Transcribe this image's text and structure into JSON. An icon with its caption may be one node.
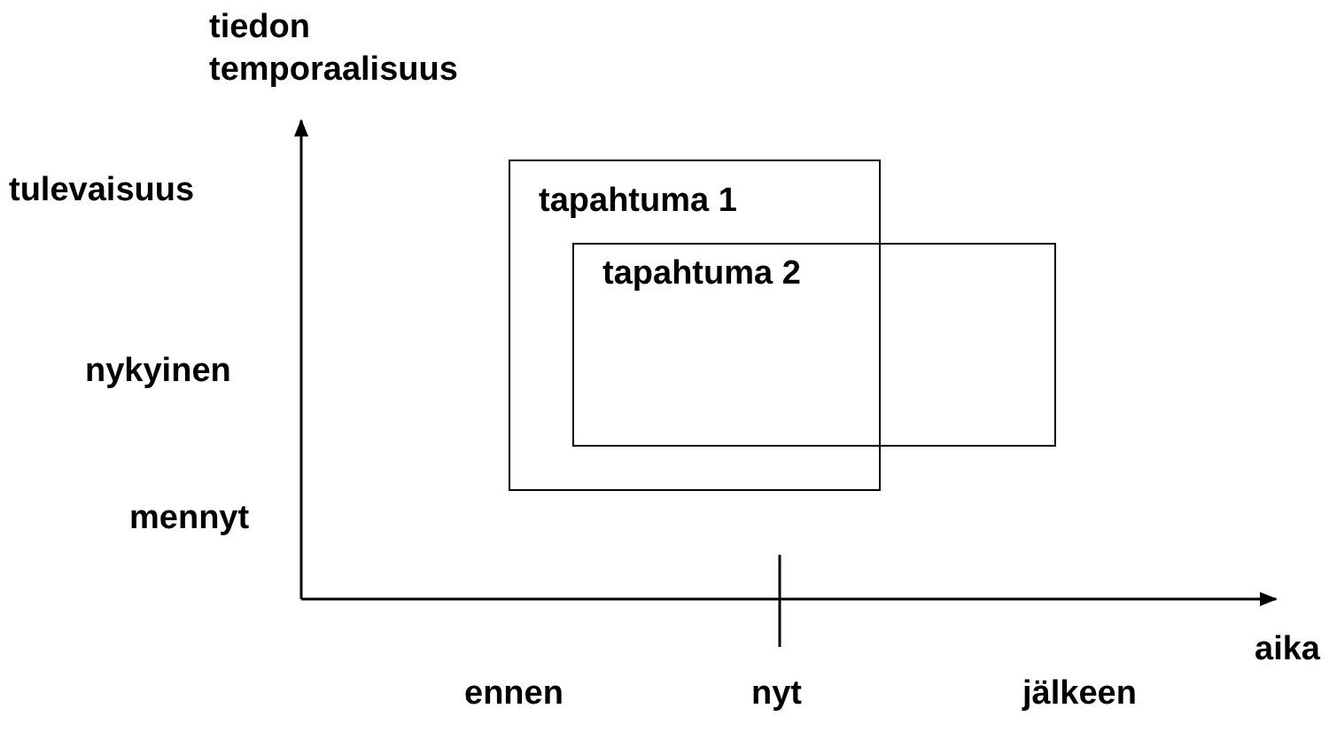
{
  "diagram": {
    "nodes": [
      {
        "text": [
          "tapahtuma 1"
        ]
      },
      {
        "text": [
          "tapahtuma 2"
        ]
      }
    ],
    "edges": [],
    "labels": [
      "tiedon temporaalisuus",
      "tulevaisuus",
      "nykyinen",
      "mennyt",
      "aika",
      "ennen",
      "nyt",
      "jälkeen"
    ]
  }
}
